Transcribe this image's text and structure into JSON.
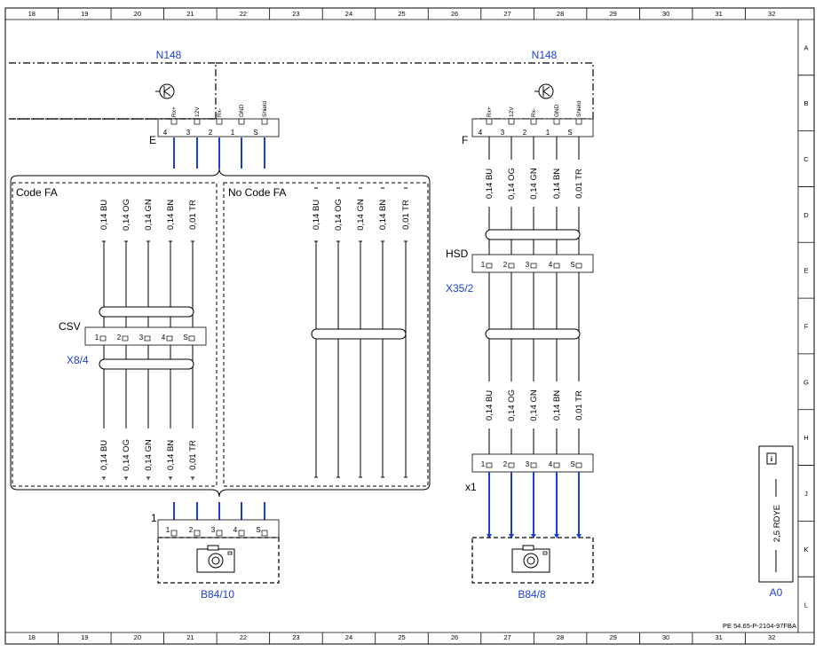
{
  "grid": {
    "columns": [
      "18",
      "19",
      "20",
      "21",
      "22",
      "23",
      "24",
      "25",
      "26",
      "27",
      "28",
      "29",
      "30",
      "31",
      "32"
    ],
    "rows": [
      "A",
      "B",
      "C",
      "D",
      "E",
      "F",
      "G",
      "H",
      "J",
      "K",
      "L"
    ]
  },
  "modules": [
    {
      "name": "N148",
      "connector": "E",
      "pins": [
        "Rx+",
        "12V",
        "Rx-",
        "GND",
        "Shield"
      ],
      "numbers": [
        "4",
        "3",
        "2",
        "1",
        "S"
      ]
    },
    {
      "name": "N148",
      "connector": "F",
      "pins": [
        "Rx+",
        "12V",
        "Rx-",
        "GND",
        "Shield"
      ],
      "numbers": [
        "4",
        "3",
        "2",
        "1",
        "S"
      ]
    }
  ],
  "variants": {
    "code": "Code FA",
    "no_code": "No Code FA"
  },
  "wires": [
    "0,14 BU",
    "0,14 OG",
    "0,14 GN",
    "0,14 BN",
    "0,01 TR"
  ],
  "connectors": {
    "csv": {
      "label": "CSV",
      "id": "X8/4",
      "pins": [
        "1",
        "2",
        "3",
        "4",
        "S"
      ]
    },
    "hsd": {
      "label": "HSD",
      "id": "X35/2",
      "pins": [
        "1",
        "2",
        "3",
        "4",
        "S"
      ]
    },
    "x1": {
      "label": "x1",
      "pins": [
        "1",
        "2",
        "3",
        "4",
        "S"
      ]
    },
    "b84_10_conn": {
      "label": "1",
      "pins": [
        "1",
        "2",
        "3",
        "4",
        "S"
      ]
    }
  },
  "cameras": [
    {
      "id": "B84/10"
    },
    {
      "id": "B84/8"
    }
  ],
  "info_box": {
    "wire": "2,5 RDYE",
    "location": "A0"
  },
  "doc_ref": "PE 54.65-P-2104-97FBA"
}
